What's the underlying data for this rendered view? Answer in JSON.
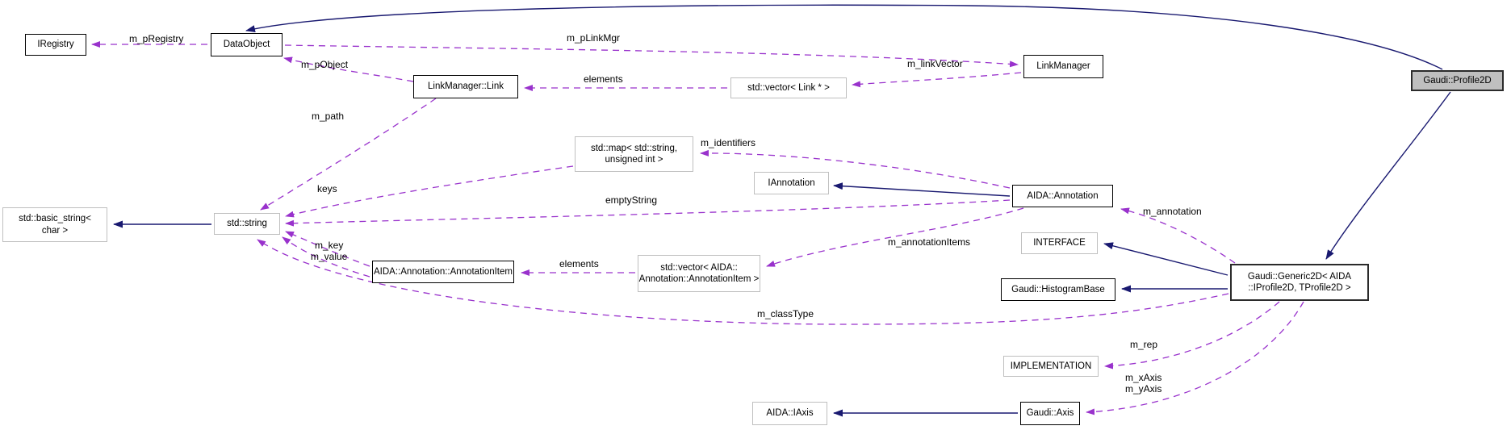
{
  "nodes": {
    "iregistry": {
      "label": "IRegistry"
    },
    "dataobject": {
      "label": "DataObject"
    },
    "linkmanager_link": {
      "label": "LinkManager::Link"
    },
    "vector_link": {
      "label": "std::vector< Link * >"
    },
    "linkmanager": {
      "label": "LinkManager"
    },
    "profile2d": {
      "label": "Gaudi::Profile2D"
    },
    "map": {
      "line1": "std::map< std::string,",
      "line2": "unsigned int >"
    },
    "iannotation": {
      "label": "IAnnotation"
    },
    "annotation": {
      "label": "AIDA::Annotation"
    },
    "basic_string": {
      "line1": "std::basic_string<",
      "line2": "char >"
    },
    "string": {
      "label": "std::string"
    },
    "annotationitem": {
      "label": "AIDA::Annotation::AnnotationItem"
    },
    "vector_item": {
      "line1": "std::vector< AIDA::",
      "line2": "Annotation::AnnotationItem >"
    },
    "interface": {
      "label": "INTERFACE"
    },
    "histogrambase": {
      "label": "Gaudi::HistogramBase"
    },
    "generic2d": {
      "line1": "Gaudi::Generic2D< AIDA",
      "line2": "::IProfile2D, TProfile2D >"
    },
    "implementation": {
      "label": "IMPLEMENTATION"
    },
    "iaxis": {
      "label": "AIDA::IAxis"
    },
    "axis": {
      "label": "Gaudi::Axis"
    }
  },
  "edge_labels": {
    "m_pRegistry": "m_pRegistry",
    "m_pLinkMgr": "m_pLinkMgr",
    "m_pObject": "m_pObject",
    "elements_links": "elements",
    "m_linkVector": "m_linkVector",
    "m_path": "m_path",
    "m_identifiers": "m_identifiers",
    "keys": "keys",
    "emptyString": "emptyString",
    "m_key_m_value": "m_key\nm_value",
    "elements_items": "elements",
    "m_annotationItems": "m_annotationItems",
    "m_annotation": "m_annotation",
    "m_classType": "m_classType",
    "m_rep": "m_rep",
    "m_xAxis_m_yAxis": "m_xAxis\nm_yAxis"
  },
  "colors": {
    "association": "#9932cc",
    "inheritance": "#191970",
    "main_node_fill": "#bfbfbf",
    "node_border": "#000000",
    "external_border": "#bfbfbf"
  }
}
